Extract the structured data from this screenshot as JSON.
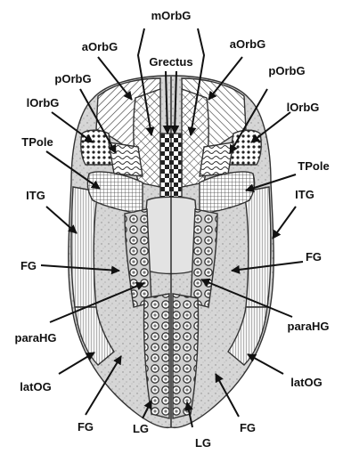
{
  "labels": {
    "mOrbG": "mOrbG",
    "Grectus": "Grectus",
    "aOrbG_left": "aOrbG",
    "aOrbG_right": "aOrbG",
    "pOrbG_left": "pOrbG",
    "pOrbG_right": "pOrbG",
    "lOrbG_left": "lOrbG",
    "lOrbG_right": "lOrbG",
    "TPole_left": "TPole",
    "TPole_right": "TPole",
    "ITG_left": "ITG",
    "ITG_right": "ITG",
    "FG_left_mid": "FG",
    "FG_right_mid": "FG",
    "paraHG_left": "paraHG",
    "paraHG_right": "paraHG",
    "latOG_left": "latOG",
    "latOG_right": "latOG",
    "FG_left_bottom": "FG",
    "FG_right_bottom": "FG",
    "LG_left": "LG",
    "LG_right": "LG"
  },
  "colors": {
    "ink": "#111111",
    "background": "#ffffff",
    "brain_fill": "#d2d2d2"
  }
}
